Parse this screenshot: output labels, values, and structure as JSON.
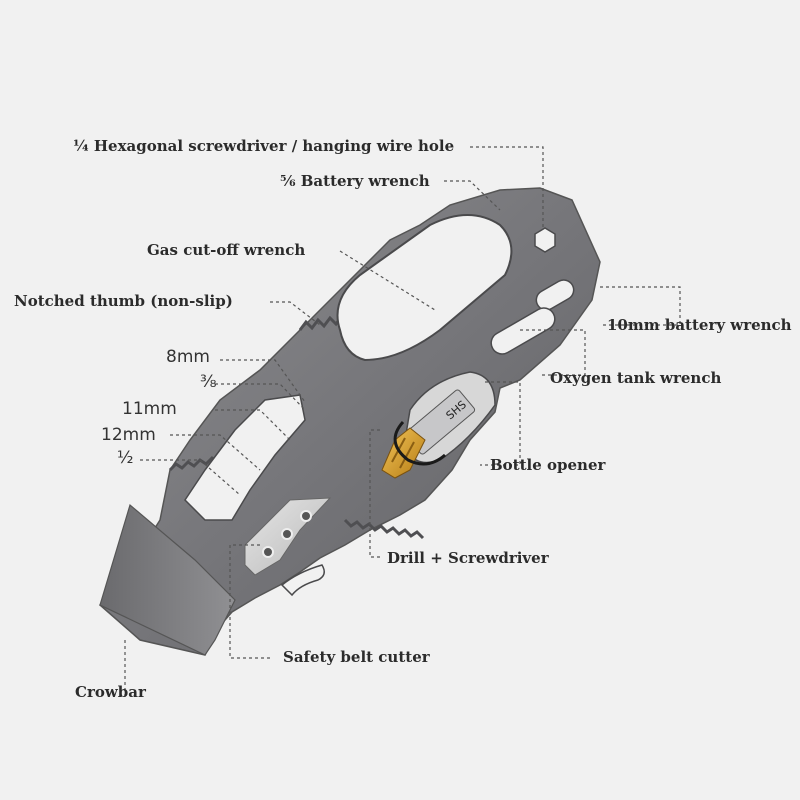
{
  "labels": {
    "hex_screwdriver": "¼ Hexagonal screwdriver / hanging wire hole",
    "battery_wrench_5_6": "⅚ Battery wrench",
    "gas_cutoff": "Gas cut-off wrench",
    "notched_thumb": "Notched thumb (non-slip)",
    "battery_wrench_10mm": "10mm battery wrench",
    "oxygen_tank": "Oxygen tank wrench",
    "bottle_opener": "Bottle opener",
    "drill_screwdriver": "Drill + Screwdriver",
    "belt_cutter": "Safety belt cutter",
    "crowbar": "Crowbar",
    "size_8mm": "8mm",
    "size_3_8": "⅜",
    "size_11mm": "11mm",
    "size_12mm": "12mm",
    "size_1_2": "½"
  },
  "bit_label": "SHS",
  "colors": {
    "background": "#f1f1f1",
    "tool_metal": "#7b7b7d",
    "tool_edge": "#5a5a5c",
    "leader_line": "#555555",
    "bit_gold": "#d9a02a"
  }
}
